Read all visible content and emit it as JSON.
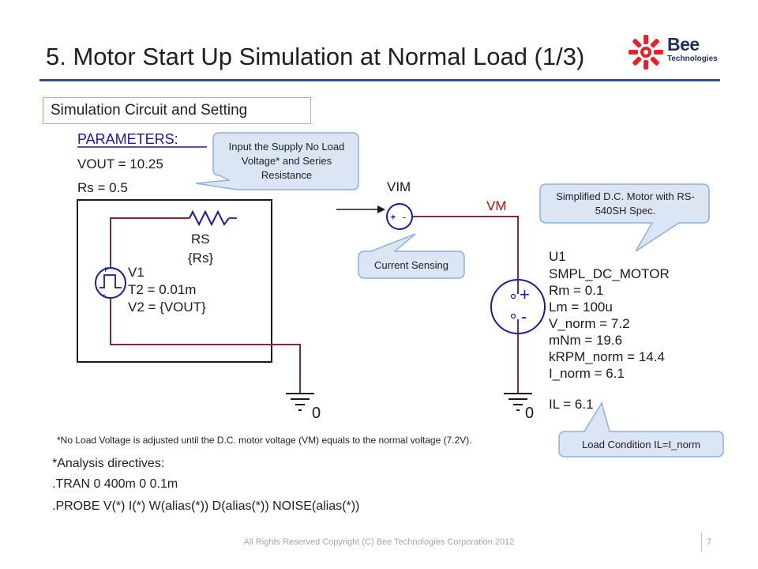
{
  "slide": {
    "title": "5. Motor Start Up Simulation at Normal Load (1/3)",
    "section_label": "Simulation Circuit and Setting",
    "page_number": "7",
    "footer": "All Rights Reserved Copyright (C) Bee Technologies Corporation 2012"
  },
  "logo": {
    "word": "Bee",
    "sub": "Technologies"
  },
  "schematic": {
    "params_header": "PARAMETERS:",
    "vout": "VOUT = 10.25",
    "rs": "Rs = 0.5",
    "rs_name": "RS",
    "rs_value": "{Rs}",
    "v1_name": "V1",
    "v1_t2": "T2 = 0.01m",
    "v1_v2": "V2 = {VOUT}",
    "ground1": "0",
    "ground2": "0",
    "vim_name": "VIM",
    "vim_plus": "+",
    "vim_minus": "-",
    "vm_net": "VM",
    "u1_name": "U1",
    "u1_model": "SMPL_DC_MOTOR",
    "u1_rm": "Rm = 0.1",
    "u1_lm": "Lm = 100u",
    "u1_vnorm": "V_norm = 7.2",
    "u1_mnm": "mNm = 19.6",
    "u1_krpm": "kRPM_norm = 14.4",
    "u1_inorm": "I_norm = 6.1",
    "il": "IL = 6.1",
    "motor_plus": "+",
    "motor_minus": "-",
    "v1_plus": "+",
    "v1_minus": "-"
  },
  "callouts": {
    "supply": "Input the Supply No Load Voltage* and Series Resistance",
    "current": "Current Sensing",
    "motor": "Simplified D.C. Motor with RS-540SH Spec.",
    "load": "Load Condition IL=I_norm"
  },
  "footnote": "*No Load Voltage is adjusted until the D.C. motor voltage (VM) equals to the normal voltage (7.2V).",
  "directives": {
    "header": "*Analysis directives:",
    "tran": ".TRAN  0 400m 0 0.1m",
    "probe": ".PROBE V(*) I(*) W(alias(*)) D(alias(*)) NOISE(alias(*))"
  },
  "colors": {
    "wire": "#7a2a4a",
    "net_label": "#cc0000",
    "component": "#1a1a9e",
    "callout_fill": "#dbe5f4",
    "callout_stroke": "#8fb0d8",
    "title_rule": "#2e4f86",
    "section_border": "#e6a07a",
    "logo_red": "#e8202a",
    "logo_blue": "#1f2f55"
  }
}
